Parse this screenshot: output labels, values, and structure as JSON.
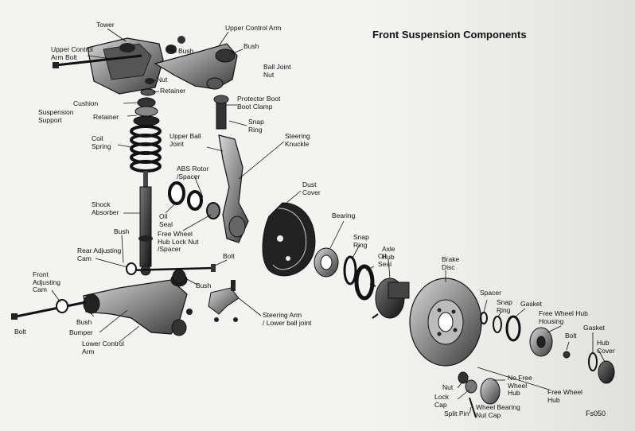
{
  "title": "Front Suspension Components",
  "figure_code": "Fs050",
  "labels": {
    "tower": "Tower",
    "upper_control_arm": "Upper Control Arm",
    "upper_control_arm_bolt": "Upper Control\nArm Bolt",
    "bush_top": "Bush",
    "bush_upper_right": "Bush",
    "nut_top": "Nut",
    "ball_joint_nut": "Ball Joint\nNut",
    "retainer_top": "Retainer",
    "cushion": "Cushion",
    "suspension_support": "Suspension\nSupport",
    "retainer_mid": "Retainer",
    "protector_boot": "Protector Boot\nBoot Clamp",
    "snap_ring_top": "Snap\nRing",
    "coil_spring": "Coil\nSpring",
    "upper_ball_joint": "Upper Ball\nJoint",
    "steering_knuckle": "Steering\nKnuckle",
    "abs_rotor": "ABS Rotor\n/Spacer",
    "dust_cover": "Dust\nCover",
    "shock_absorber": "Shock\nAbsorber",
    "oil_seal_left": "Oil\nSeal",
    "fwh_lock_nut": "Free Wheel\nHub Lock Nut\n/Spacer",
    "bearing": "Bearing",
    "snap_ring_mid": "Snap\nRing",
    "axle_hub": "Axle\nHub",
    "oil_seal_mid": "Oil\nSeal",
    "bush_mid": "Bush",
    "rear_adjusting_cam": "Rear Adjusting\nCam",
    "bolt_mid": "Bolt",
    "brake_disc": "Brake\nDisc",
    "front_adjusting_cam": "Front\nAdjusting\nCam",
    "bush_lower": "Bush",
    "bush_lower_left": "Bush",
    "bumper": "Bumper",
    "bolt_left": "Bolt",
    "lower_control_arm": "Lower Control\nArm",
    "steering_arm": "Steering Arm\n/ Lower ball joint",
    "spacer": "Spacer",
    "snap_ring_right": "Snap\nRing",
    "gasket_right": "Gasket",
    "fwh_housing": "Free Wheel Hub\nHousing",
    "bolt_right": "Bolt",
    "gasket_far": "Gasket",
    "hub_cover": "Hub\nCover",
    "no_free_wheel_hub": "No Free\nWheel\nHub",
    "free_wheel_hub": "Free Wheel\nHub",
    "nut_bottom": "Nut",
    "lock_cap": "Lock\nCap",
    "split_pin": "Split Pin",
    "wheel_bearing_nut_cap": "Wheel Bearing\nNut Cap"
  }
}
